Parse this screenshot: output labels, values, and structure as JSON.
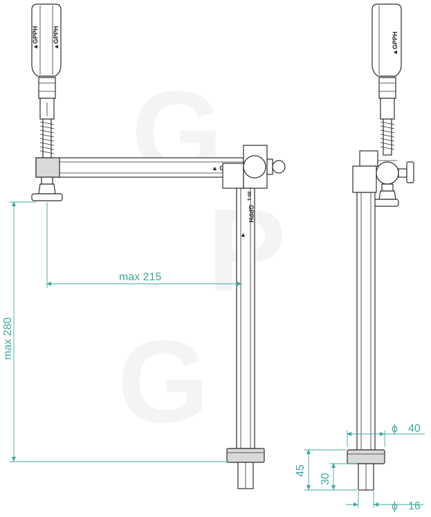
{
  "dimensions": {
    "horizontal_reach": "max 215",
    "vertical_reach": "max 280",
    "foot_diameter": "40",
    "shaft_diameter": "16",
    "base_height": "45",
    "pin_length": "30",
    "diameter_symbol": "ϕ"
  },
  "branding": {
    "logo_text": "GPPH",
    "arm_marking": "30-1"
  },
  "colors": {
    "dimension": "#3aa89e",
    "outline": "#2b2b2b"
  }
}
